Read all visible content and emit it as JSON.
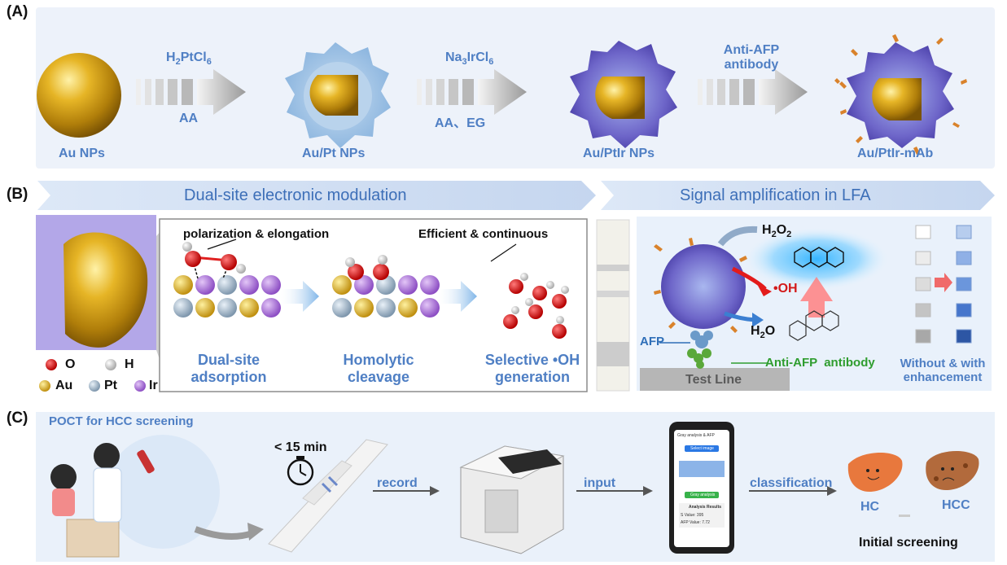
{
  "panelA": {
    "label": "(A)",
    "step1_top": "H",
    "step1_reagent_parts": [
      "H",
      "2",
      "PtCl",
      "6"
    ],
    "step1_bottom": "AA",
    "step2_reagent_parts": [
      "Na",
      "3",
      "IrCl",
      "6"
    ],
    "step2_bottom": "AA、EG",
    "step3_top_line1": "Anti-AFP",
    "step3_top_line2": "antibody",
    "particles": [
      "Au NPs",
      "Au/Pt NPs",
      "Au/PtIr NPs",
      "Au/PtIr-mAb"
    ]
  },
  "panelB": {
    "label": "(B)",
    "banner_left": "Dual-site electronic modulation",
    "banner_right": "Signal amplification in LFA",
    "legend": {
      "O": "O",
      "H": "H",
      "Au": "Au",
      "Pt": "Pt",
      "Ir": "Ir"
    },
    "polarization": "polarization & elongation",
    "efficient": "Efficient & continuous",
    "stage1_line1": "Dual-site",
    "stage1_line2": "adsorption",
    "stage2_line1": "Homolytic",
    "stage2_line2": "cleavage",
    "stage3_line1": "Selective •OH",
    "stage3_line2": "generation",
    "h2o2_parts": [
      "H",
      "2",
      "O",
      "2"
    ],
    "oh_label": "•OH",
    "h2o_parts": [
      "H",
      "2",
      "O"
    ],
    "afp": "AFP",
    "anti_afp": "Anti-AFP  antibody",
    "test_line": "Test Line",
    "enh_line1": "Without & with",
    "enh_line2": "enhancement",
    "swatches_left": [
      "#ffffff",
      "#ececec",
      "#dcdcdc",
      "#c4c4c4",
      "#a8a8a8"
    ],
    "swatches_right": [
      "#b7cdee",
      "#8fb0e6",
      "#6b96dc",
      "#4676cc",
      "#2d56a4"
    ]
  },
  "panelC": {
    "label": "(C)",
    "title": "POCT for HCC screening",
    "time": "< 15 min",
    "record": "record",
    "input": "input",
    "classification": "classification",
    "hc": "HC",
    "hcc": "HCC",
    "initial": "Initial screening",
    "phone_title": "Gray analysis & AFP",
    "phone_select": "Select image",
    "phone_analyze": "Gray analysis",
    "phone_results": "Analysis Results",
    "phone_svalue": "S Value: 395",
    "phone_afp": "AFP Value: 7.72"
  }
}
